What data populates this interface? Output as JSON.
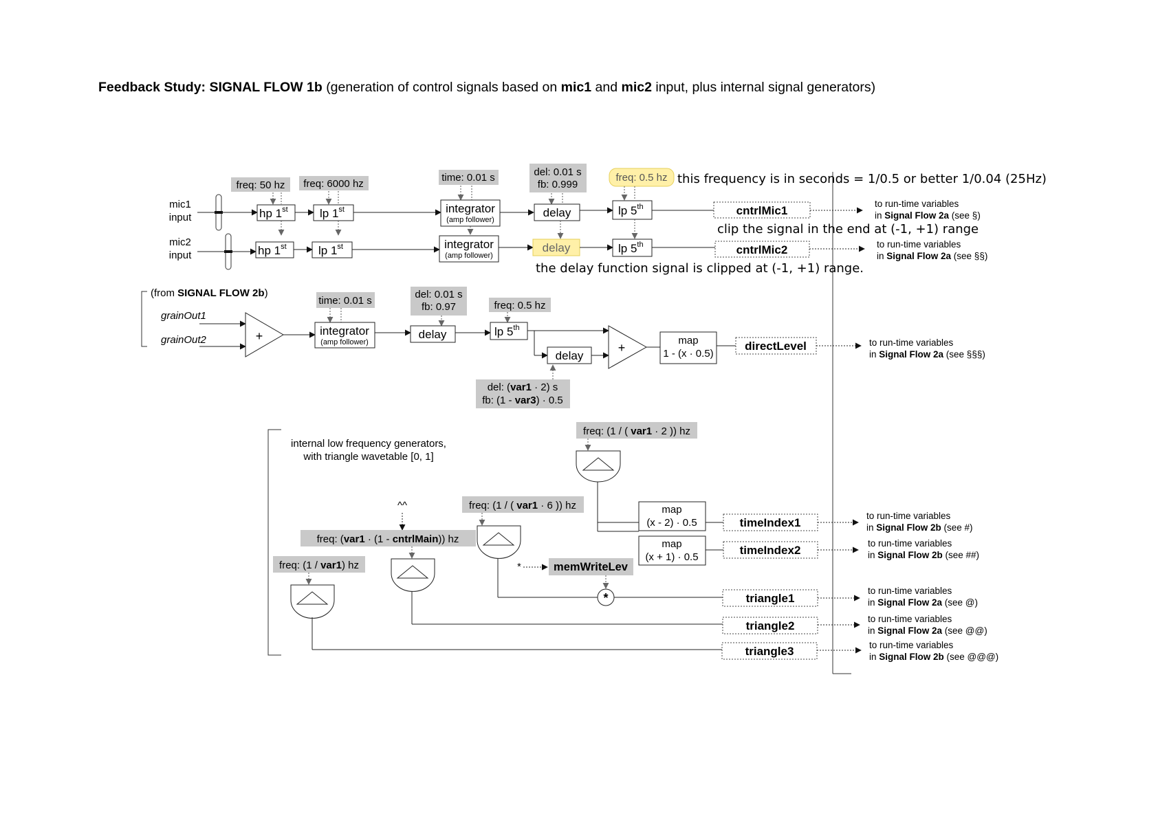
{
  "title": {
    "prefix": "Feedback Study: SIGNAL FLOW 1b",
    "p1": "(generation of control signals based on ",
    "mic1": "mic1",
    "and": " and ",
    "mic2": "mic2",
    "p2": " input, plus internal signal generators)"
  },
  "colors": {
    "highlight": "#fff0a8",
    "param_box": "#c9c9c9",
    "line": "#222222"
  },
  "row1": {
    "input_label_1": "mic1",
    "input_label_2": "input",
    "freq_hp": "freq: 50 hz",
    "freq_lp": "freq: 6000 hz",
    "hp": "hp 1",
    "lp": "lp 1",
    "order_st": "st",
    "time": "time: 0.01 s",
    "integrator": "integrator",
    "amp_follower": "(amp follower)",
    "del_line1": "del: 0.01 s",
    "del_line2": "fb: 0.999",
    "delay": "delay",
    "freq_lp5": "freq: 0.5 hz",
    "lp5": "lp 5",
    "order_th": "th",
    "note": "this frequency is in seconds = 1/0.5 or better 1/0.04 (25Hz)",
    "output": "cntrlMic1",
    "clip_note": "clip the signal in the end at (-1, +1) range",
    "dest_line1": "to run-time variables",
    "dest_pre": "in ",
    "dest_bold": "Signal Flow 2a",
    "dest_post": " (see §)"
  },
  "row2": {
    "input_label_1": "mic2",
    "input_label_2": "input",
    "hp": "hp 1",
    "lp": "lp 1",
    "order_st": "st",
    "integrator": "integrator",
    "amp_follower": "(amp follower)",
    "delay": "delay",
    "lp5": "lp 5",
    "order_th": "th",
    "output": "cntrlMic2",
    "delay_note": "the delay function signal is clipped at (-1, +1) range.",
    "dest_line1": "to run-time variables",
    "dest_pre": "in ",
    "dest_bold": "Signal Flow 2a",
    "dest_post": " (see §§)"
  },
  "row3": {
    "from_pre": "(from ",
    "from_bold": "SIGNAL FLOW 2b",
    "from_post": ")",
    "grain1": "grainOut1",
    "grain2": "grainOut2",
    "plus": "+",
    "time": "time: 0.01 s",
    "integrator": "integrator",
    "amp_follower": "(amp follower)",
    "del_line1": "del: 0.01 s",
    "del_line2": "fb: 0.97",
    "delay": "delay",
    "freq_lp5": "freq: 0.5 hz",
    "lp5": "lp 5",
    "order_th": "th",
    "delay2": "delay",
    "var_del_pre": "del: (",
    "var_del_bold": "var1",
    "var_del_post": " · 2) s",
    "var_fb_pre": "fb: (1 - ",
    "var_fb_bold": "var3",
    "var_fb_post": ") · 0.5",
    "map_title": "map",
    "map_expr": "1 - (x · 0.5)",
    "output": "directLevel",
    "dest_line1": "to run-time variables",
    "dest_pre": "in ",
    "dest_bold": "Signal Flow 2a",
    "dest_post": " (see §§§)"
  },
  "generators": {
    "label_1": "internal low frequency generators,",
    "label_2": "with triangle wavetable [0, 1]",
    "freq_a_pre": "freq: (1 / ( ",
    "freq_a_bold": "var1",
    "freq_a_post": " · 2 )) hz",
    "freq_b_pre": "freq: (1 / ( ",
    "freq_b_bold": "var1",
    "freq_b_post": " · 6 )) hz",
    "freq_c_pre": "freq: (",
    "freq_c_bold1": "var1",
    "freq_c_mid": " · (1 - ",
    "freq_c_bold2": "cntrlMain",
    "freq_c_post": ")) hz",
    "freq_d_pre": "freq: (1 / ",
    "freq_d_bold": "var1",
    "freq_d_post": ") hz",
    "caret": "^^",
    "star_small": "*",
    "memwrite": "memWriteLev",
    "mult": "*",
    "map1_title": "map",
    "map1_expr": "(x - 2) · 0.5",
    "map2_title": "map",
    "map2_expr": "(x + 1) · 0.5",
    "out_time1": "timeIndex1",
    "out_time2": "timeIndex2",
    "out_tri1": "triangle1",
    "out_tri2": "triangle2",
    "out_tri3": "triangle3",
    "dest_line1": "to run-time variables",
    "dest_pre": "in ",
    "dest_2b": "Signal Flow 2b",
    "dest_2a": "Signal Flow 2a",
    "see_time1": " (see #)",
    "see_time2": " (see ##)",
    "see_tri1": " (see @)",
    "see_tri2": " (see @@)",
    "see_tri3": " (see @@@)"
  }
}
